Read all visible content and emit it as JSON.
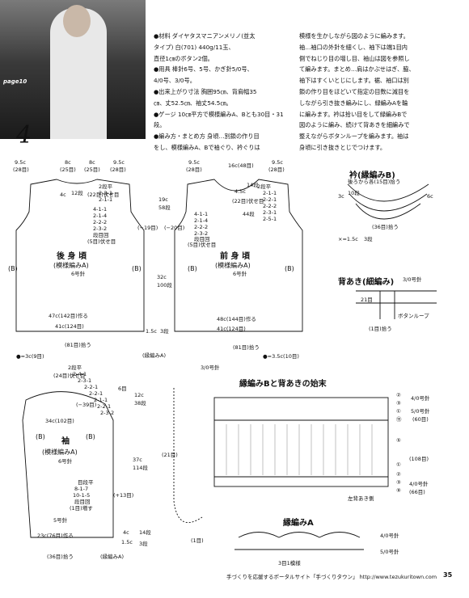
{
  "page_label": "page10",
  "big_number": "4",
  "left_column": [
    "●材料 ダイヤタスマニアンメリノ(並太",
    "タイプ) 白(701) 440g/11玉、",
    "直径1㎝のボタン2個。",
    "●用具 棒針6号、5号、かぎ針5/0号、",
    "4/0号、3/0号。",
    "●出来上がり寸法 胸囲95㎝、背肩幅35",
    "㎝、丈52.5㎝、袖丈54.5㎝。",
    "●ゲージ 10㎝平方で模様編みA、Bとも30目・31段。",
    "●編み方・まとめ方 身頃…別鎖の作り目",
    "をし、模様編みA、Bで袖ぐり、衿ぐりは"
  ],
  "right_column": [
    "模様を生かしながら図のように編みます。",
    "袖…袖口の外針を細くし、袖下は端1目内",
    "側でねじり目の増し目、袖山は図を参照し",
    "て編みます。まとめ…肩はかぶせはぎ、脇、",
    "袖下はすくいとじにします。裾、袖口は別",
    "鎖の作り目をほどいて指定の目数に減目を",
    "しながら引き抜き編みにし、緑編みAを輪",
    "に編みます。衿は拾い目をして緑編みBで",
    "図のように編み、続けて背あきを細編みで",
    "整えながらボタンループを編みます。袖は",
    "身頃に引き抜きとじでつけます。"
  ],
  "back": {
    "title": "後 身 頃",
    "pattern": "(模様編みA)",
    "needle": "6号針",
    "b": "(B)",
    "top_w1": "9.5c",
    "top_w1b": "(28目)",
    "top_w2": "8c",
    "top_w2b": "(25目)",
    "top_w3": "8c",
    "top_w3b": "(25目)",
    "top_w4": "9.5c",
    "top_w4b": "(28目)",
    "neck": "4c",
    "neck_n": "12段",
    "shoulder": "(22目)伏せ目",
    "rows": [
      "2段平",
      "2-3-1",
      "2-1-1"
    ],
    "arm": [
      "4-1-1",
      "2-1-4",
      "2-2-2",
      "2-3-2",
      "段目回",
      "(5目)伏せ目"
    ],
    "bottom1": "47c(142目)作る",
    "bottom2": "41c(124目)",
    "pick": "(81目)拾う"
  },
  "front": {
    "title": "前 身 頃",
    "pattern": "(模様編みA)",
    "needle": "6号針",
    "b": "(B)",
    "top_w1": "9.5c",
    "top_w1b": "(28目)",
    "top_w2": "16c(48目)",
    "top_w3": "9.5c",
    "top_w3b": "(28目)",
    "neck": "4.5c",
    "neck_n": "14段",
    "shoulder": "(22目)伏せ目",
    "rows": [
      "2段平",
      "2-1-1",
      "2-2-1",
      "2-2-2",
      "2-3-1",
      "2-5-1"
    ],
    "arm": [
      "4-1-1",
      "2-1-4",
      "2-2-2",
      "2-3-2",
      "段目回",
      "(5目)伏せ目"
    ],
    "h1": "44段",
    "bottom1": "48c(144目)作る",
    "bottom2": "41c(124目)",
    "pick": "(81目)拾う"
  },
  "mid": {
    "h19": "19c",
    "h58": "58段",
    "m19": "(−19目)",
    "m20": "(−20目)",
    "h32": "32c",
    "h100": "100段",
    "s15": "1.5c",
    "s3": "3段",
    "edge": "(縁編みA)",
    "b1": "●=3c(9目)",
    "b2": "●=3.5c(10目)"
  },
  "collar": {
    "title": "衿(縁編みB)",
    "note": "後ろから各(15目)拾う",
    "l3": "3c",
    "l10": "10段",
    "l6": "6c",
    "l36": "(36目)拾う",
    "l15": "×=1.5c",
    "l15n": "3段"
  },
  "back_opening": {
    "title": "背あき(細編み)",
    "hook": "3/0号針",
    "l21": "21目",
    "l1": "(1目)拾う",
    "loop": "ボタンループ"
  },
  "sleeve": {
    "title": "袖",
    "pattern": "(模様編みA)",
    "needle": "6号針",
    "b": "(B)",
    "top": "(24目)伏せ目",
    "rows": [
      "2段平",
      "2-4-1",
      "2-3-1",
      "2-2-1",
      "2-2-1",
      "2-1-1",
      "2-2-1",
      "2-3-2"
    ],
    "m6": "6目",
    "m39": "(−39目)",
    "w34": "34c(102目)",
    "h12": "12c",
    "h38": "38段",
    "inc": [
      "目段平",
      "8-1-7",
      "10-1-5",
      "段目回",
      "(1目)増す"
    ],
    "h37": "37c",
    "h114": "114段",
    "p13": "(+13目)",
    "n5": "5号針",
    "bottom": "23c(76目)作る",
    "h4": "4c",
    "h15": "1.5c",
    "h14": "14段",
    "h3": "3段",
    "pick": "(36目)拾う",
    "edge": "(縁編みA)"
  },
  "edge_b": {
    "title": "縁編みBと背あきの始末",
    "hook": "3/0号針",
    "c4": "4/0号針",
    "c5": "5/0号針",
    "n60": "(60目)",
    "n108": "(108目)",
    "n66": "(66目)",
    "n21": "(21目)",
    "left": "左背あき側",
    "one": "(1目)",
    "r": [
      "②",
      "③",
      "①",
      "⑤",
      "⑮",
      "①",
      "②",
      "③",
      "⑨"
    ]
  },
  "edge_a": {
    "title": "縁編みA",
    "c4": "4/0号針",
    "c5": "5/0号針",
    "rep": "3目1模様"
  },
  "footer": "手づくりを応援するポータルサイト「手づくりタウン」 http://www.tezukuritown.com",
  "page_no": "35"
}
